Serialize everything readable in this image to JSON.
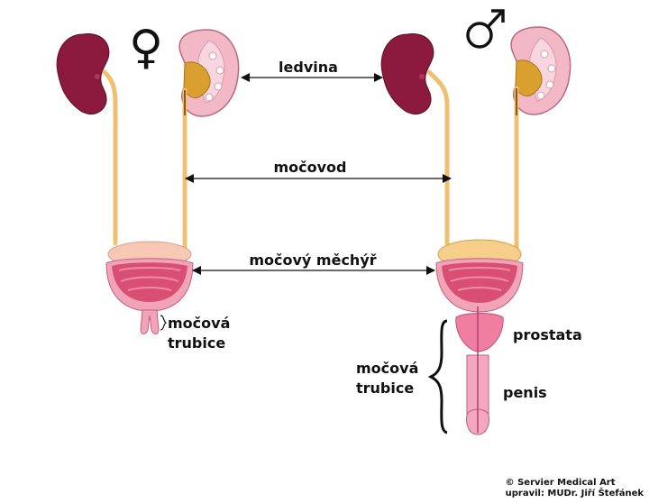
{
  "symbols": {
    "female": "♀",
    "male": "♂"
  },
  "labels": {
    "ledvina": "ledvina",
    "mocovod": "močovod",
    "mechyr": "močový měchýř",
    "trubice_f_1": "močová",
    "trubice_f_2": "trubice",
    "trubice_m_1": "močová",
    "trubice_m_2": "trubice",
    "prostata": "prostata",
    "penis": "penis"
  },
  "credit": {
    "line1": "© Servier Medical Art",
    "line2": "upravil: MUDr. Jiří Štefánek"
  },
  "colors": {
    "kidney": "#8b1a3e",
    "kidney_cut": "#f2b8c6",
    "pelvis": "#d9a030",
    "ureter": "#f0c070",
    "bladder_outer": "#f1a3b8",
    "bladder_inner": "#d94f73",
    "prostate": "#f07ea0",
    "penis": "#f4a7c0"
  }
}
